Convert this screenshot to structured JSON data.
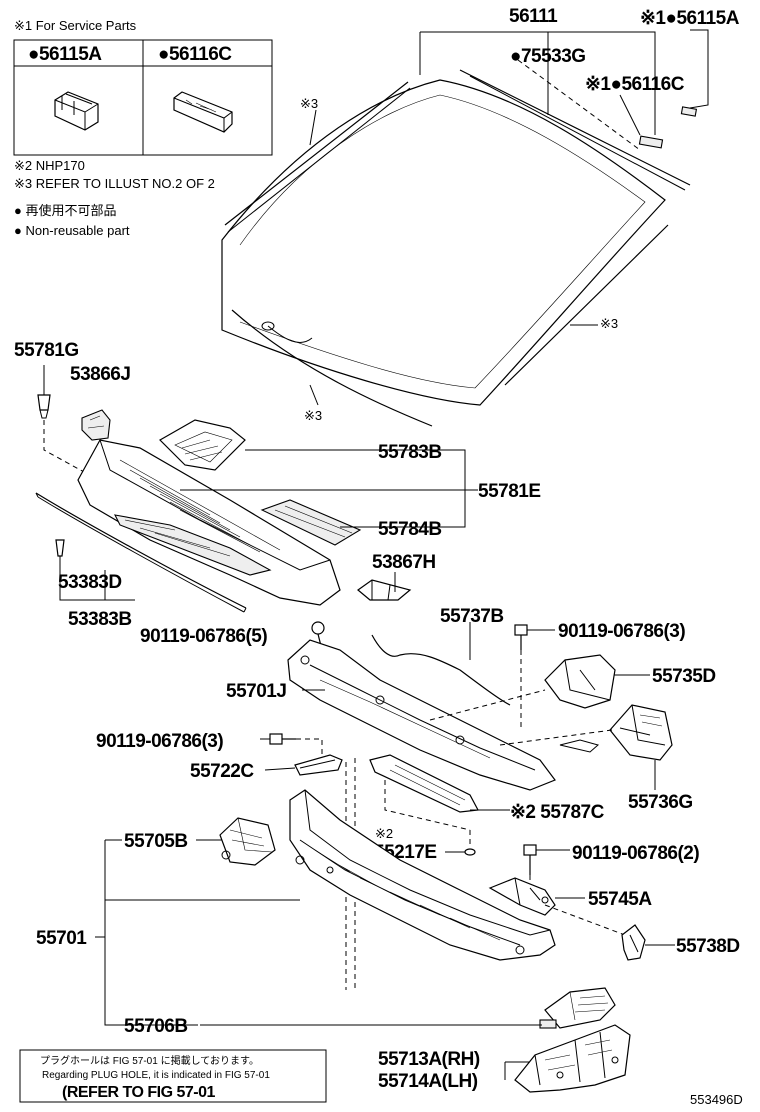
{
  "legend": {
    "note1": "※1 For Service Parts",
    "box_left": "●56115A",
    "box_right": "●56116C",
    "note2": "※2 NHP170",
    "note3": "※3 REFER TO ILLUST NO.2 OF 2",
    "nonreusable_jp": "● 再使用不可部品",
    "nonreusable_en": "● Non-reusable part"
  },
  "labels": {
    "p56111": "56111",
    "p56115A_top": "※1●56115A",
    "p75533G": "●75533G",
    "p56116C_top": "※1●56116C",
    "ref3_a": "※3",
    "ref3_b": "※3",
    "ref3_c": "※3",
    "p55781G": "55781G",
    "p53866J": "53866J",
    "p55783B": "55783B",
    "p55781E": "55781E",
    "p55784B": "55784B",
    "p53383D": "53383D",
    "p53383B": "53383B",
    "p53867H": "53867H",
    "p55737B": "55737B",
    "bolt5": "90119-06786(5)",
    "bolt3a": "90119-06786(3)",
    "p55701J": "55701J",
    "p55735D": "55735D",
    "bolt3b": "90119-06786(3)",
    "p55722C": "55722C",
    "p55736G": "55736G",
    "p55787C": "※2 55787C",
    "p55705B": "55705B",
    "p55217E": "55217E",
    "p55217E_ref": "※2",
    "bolt2": "90119-06786(2)",
    "p55745A": "55745A",
    "p55701": "55701",
    "p55738D": "55738D",
    "p55706B": "55706B",
    "p55713A": "55713A(RH)",
    "p55714A": "55714A(LH)"
  },
  "footer": {
    "jp": "プラグホールは FIG 57-01 に掲載しております。",
    "en": "Regarding PLUG HOLE, it is indicated in FIG 57-01",
    "refer": "(REFER TO FIG 57-01",
    "code": "553496D"
  }
}
